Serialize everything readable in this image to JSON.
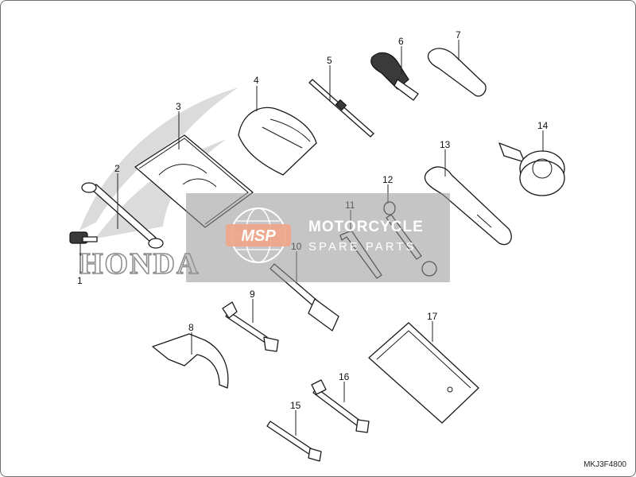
{
  "diagram": {
    "brand_mark": "HONDA",
    "reference_code": "MKJ3F4800",
    "callouts": [
      "1",
      "2",
      "3",
      "4",
      "5",
      "6",
      "7",
      "8",
      "9",
      "10",
      "11",
      "12",
      "13",
      "14",
      "15",
      "16",
      "17"
    ]
  },
  "watermark": {
    "logo": "MSP",
    "line1": "MOTORCYCLE",
    "line2": "SPARE PARTS",
    "color": "#9a9a9a",
    "accent": "#f0a58a"
  }
}
